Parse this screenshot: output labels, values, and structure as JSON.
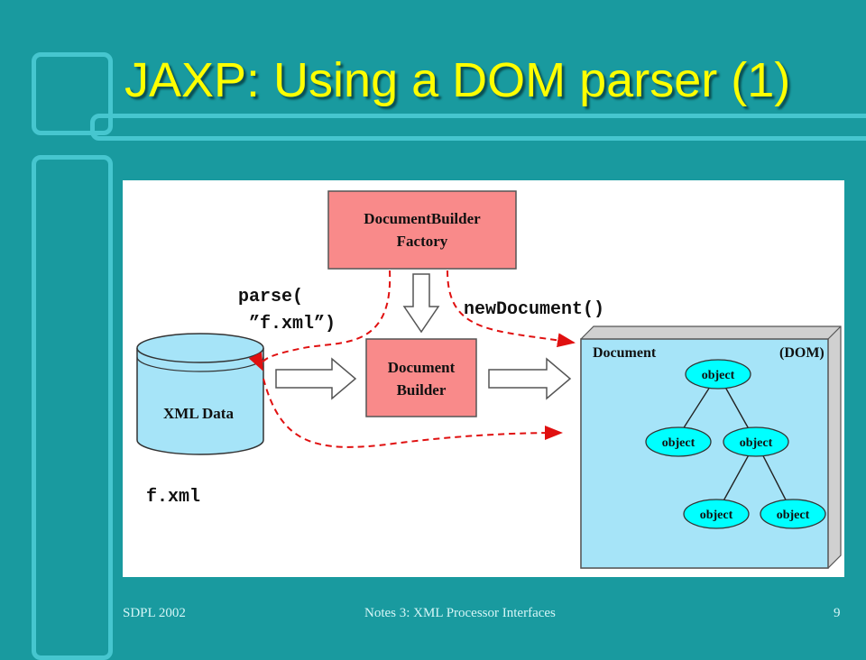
{
  "slide": {
    "title": "JAXP: Using a DOM parser (1)"
  },
  "diagram": {
    "factory_line1": "DocumentBuilder",
    "factory_line2": "Factory",
    "builder_line1": "Document",
    "builder_line2": "Builder",
    "xml_label": "XML Data",
    "file_label": "f.xml",
    "parse_line1": "parse(",
    "parse_line2": "”f.xml”)",
    "new_document": "newDocument()",
    "document_label": "Document",
    "dom_label": "(DOM)",
    "node_label": "object"
  },
  "footer": {
    "left": "SDPL 2002",
    "center": "Notes 3: XML Processor Interfaces",
    "page": "9"
  },
  "colors": {
    "background": "#199a9f",
    "frame": "#46c6cf",
    "title": "#ffff00",
    "builder_box": "#f98a8a",
    "document_panel": "#a6e4f8",
    "object_node": "#00ffff",
    "dashed_arrow": "#e01010"
  }
}
